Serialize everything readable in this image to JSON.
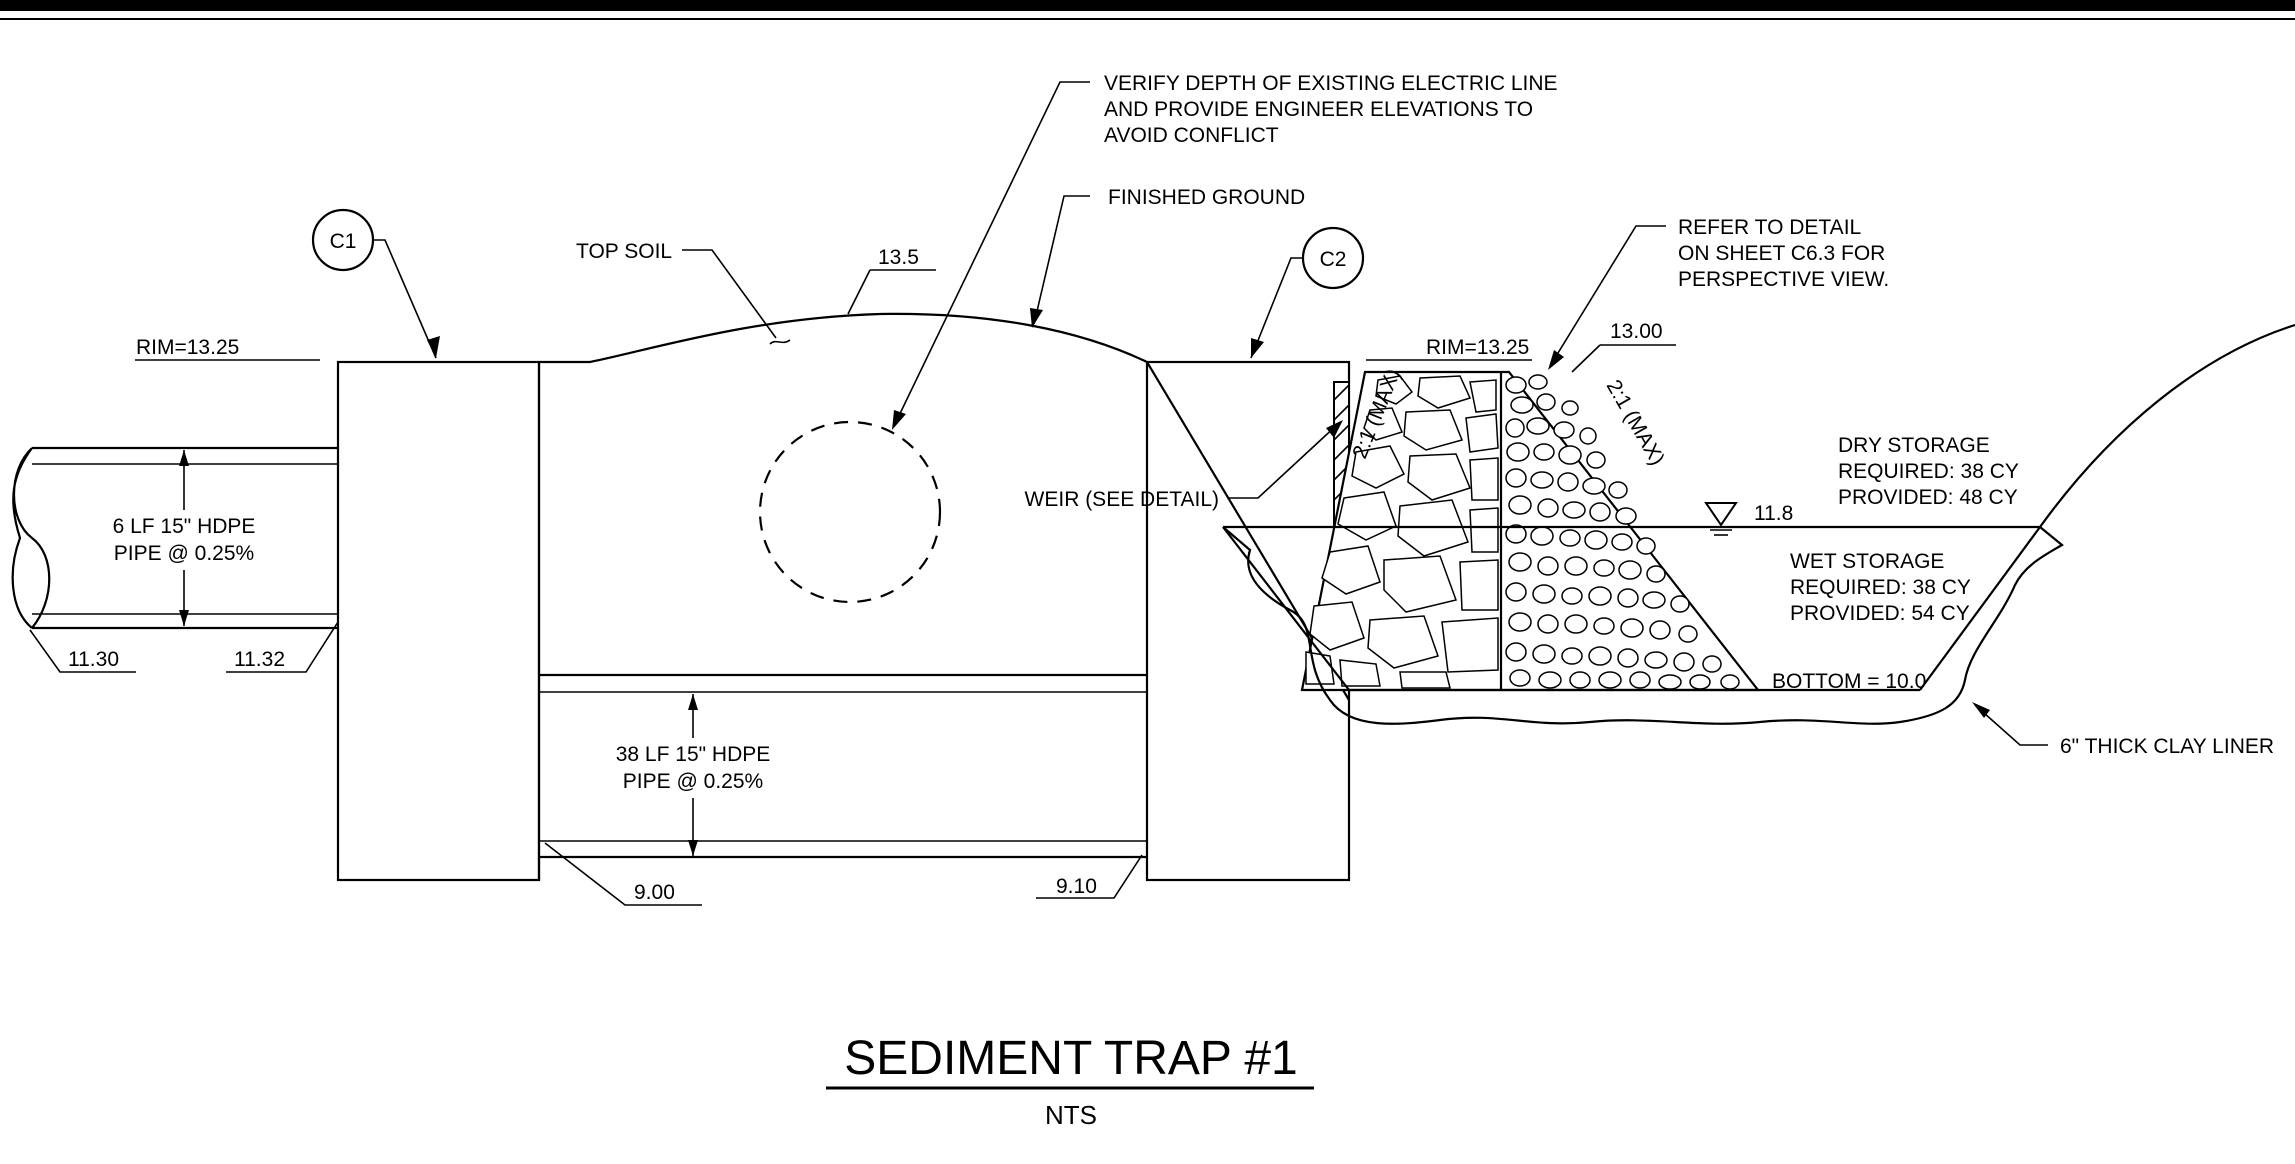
{
  "structures": {
    "c1": "C1",
    "c2": "C2"
  },
  "labels": {
    "electric_note": [
      "VERIFY DEPTH OF EXISTING ELECTRIC LINE",
      "AND PROVIDE ENGINEER ELEVATIONS TO",
      "AVOID CONFLICT"
    ],
    "finished_ground": "FINISHED GROUND",
    "top_soil": "TOP SOIL",
    "ground_elev": "13.5",
    "rim_left": "RIM=13.25",
    "rim_right": "RIM=13.25",
    "berm_top": "13.00",
    "refer_note": [
      "REFER TO DETAIL",
      "ON SHEET C6.3 FOR",
      "PERSPECTIVE VIEW."
    ],
    "slope_left": "2:1 (MAX)",
    "slope_right": "2:1 (MAX)",
    "weir": "WEIR (SEE DETAIL)",
    "water_elev": "11.8",
    "dry_storage": [
      "DRY STORAGE",
      "REQUIRED: 38 CY",
      "PROVIDED: 48 CY"
    ],
    "wet_storage": [
      "WET STORAGE",
      "REQUIRED: 38 CY",
      "PROVIDED: 54 CY"
    ],
    "bottom": "BOTTOM = 10.0",
    "liner": "6\" THICK CLAY LINER",
    "pipe_in": [
      "6 LF 15\" HDPE",
      "PIPE @ 0.25%"
    ],
    "pipe_in_inv_left": "11.30",
    "pipe_in_inv_right": "11.32",
    "pipe_main": [
      "38 LF 15\" HDPE",
      "PIPE @ 0.25%"
    ],
    "pipe_main_inv_left": "9.00",
    "pipe_main_inv_right": "9.10"
  },
  "title": {
    "main": "SEDIMENT TRAP #1",
    "scale": "NTS"
  }
}
